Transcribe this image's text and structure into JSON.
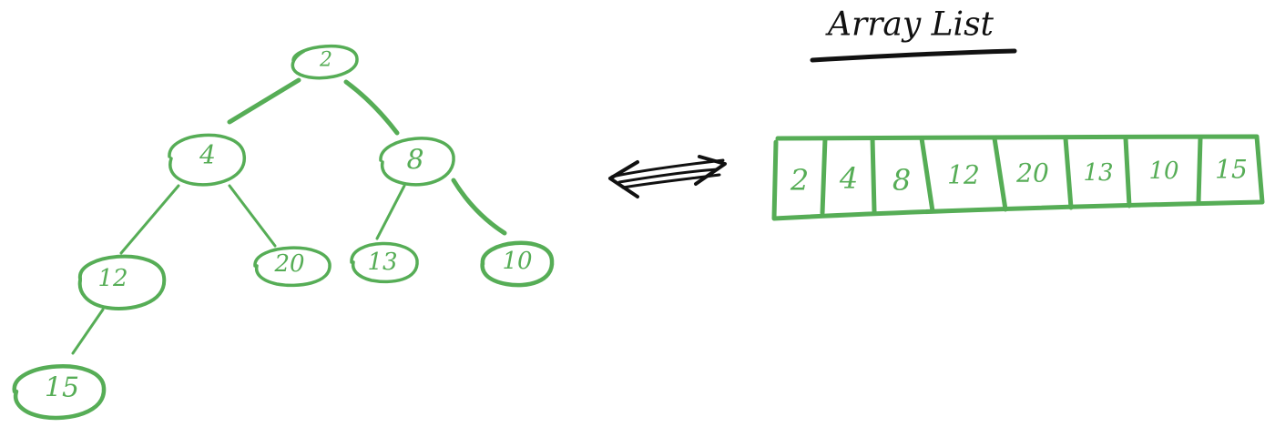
{
  "title": "Array List",
  "tree": {
    "nodes": [
      {
        "id": "n2",
        "label": "2"
      },
      {
        "id": "n4",
        "label": "4"
      },
      {
        "id": "n8",
        "label": "8"
      },
      {
        "id": "n12",
        "label": "12"
      },
      {
        "id": "n20",
        "label": "20"
      },
      {
        "id": "n13",
        "label": "13"
      },
      {
        "id": "n10",
        "label": "10"
      },
      {
        "id": "n15",
        "label": "15"
      }
    ],
    "edges": [
      [
        "n2",
        "n4"
      ],
      [
        "n2",
        "n8"
      ],
      [
        "n4",
        "n12"
      ],
      [
        "n4",
        "n20"
      ],
      [
        "n8",
        "n13"
      ],
      [
        "n8",
        "n10"
      ],
      [
        "n12",
        "n15"
      ]
    ]
  },
  "array": {
    "cells": [
      "2",
      "4",
      "8",
      "12",
      "20",
      "13",
      "10",
      "15"
    ]
  },
  "colors": {
    "green": "#56ad56",
    "ink": "#111111"
  }
}
